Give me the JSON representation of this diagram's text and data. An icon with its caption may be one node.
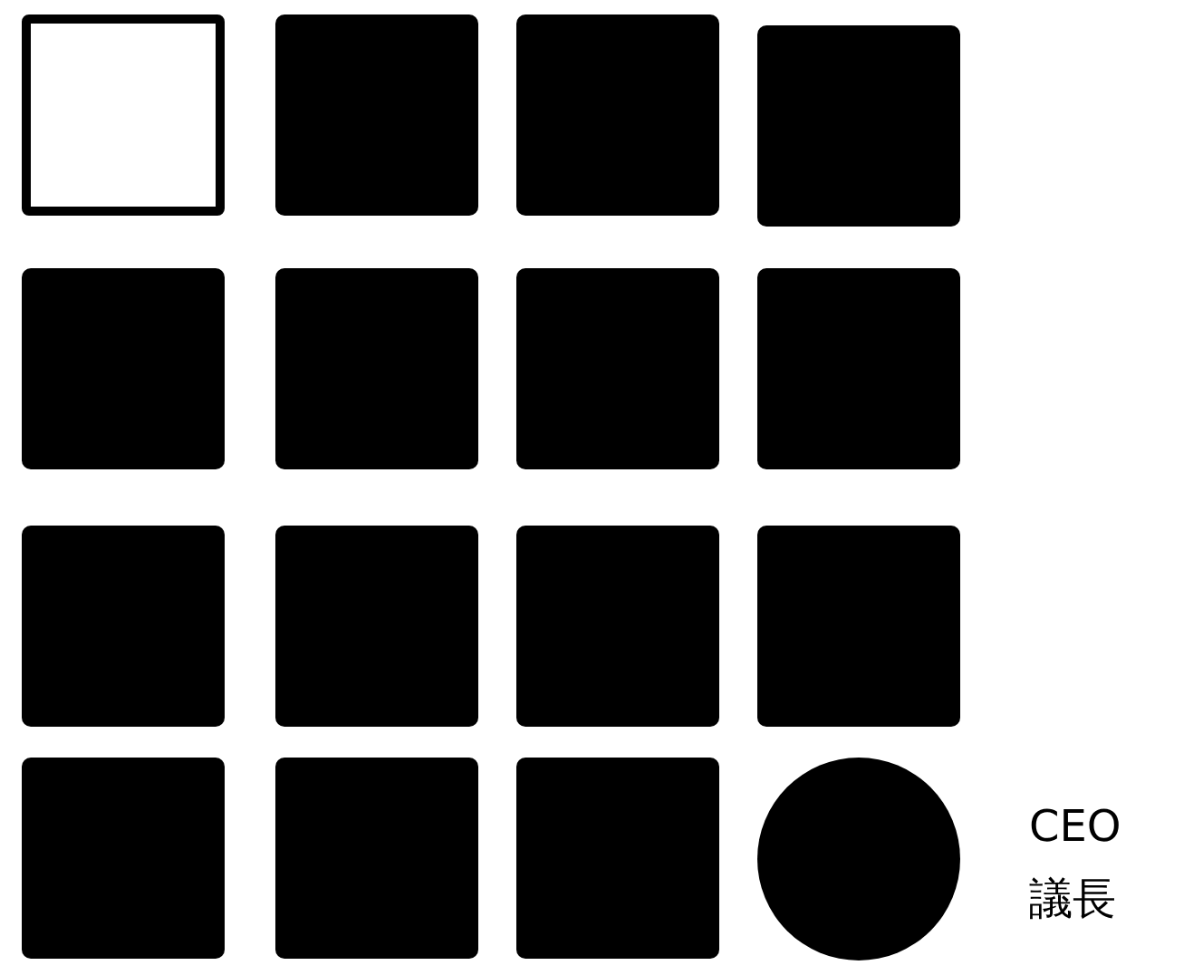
{
  "diagram": {
    "nodes": [
      {
        "text": [],
        "shape": "box"
      },
      {
        "text": [],
        "shape": "box"
      },
      {
        "text": [],
        "shape": "box"
      },
      {
        "text": [],
        "shape": "box"
      },
      {
        "text": [],
        "shape": "box"
      },
      {
        "text": [],
        "shape": "box"
      },
      {
        "text": [],
        "shape": "box"
      },
      {
        "text": [],
        "shape": "box"
      },
      {
        "text": [],
        "shape": "box"
      },
      {
        "text": [],
        "shape": "box"
      },
      {
        "text": [],
        "shape": "box"
      },
      {
        "text": [],
        "shape": "box"
      },
      {
        "text": [],
        "shape": "box"
      },
      {
        "text": [],
        "shape": "box"
      },
      {
        "text": [],
        "shape": "box"
      },
      {
        "text": [],
        "shape": "circle",
        "beside": [
          "CEO",
          "議長"
        ]
      }
    ]
  }
}
